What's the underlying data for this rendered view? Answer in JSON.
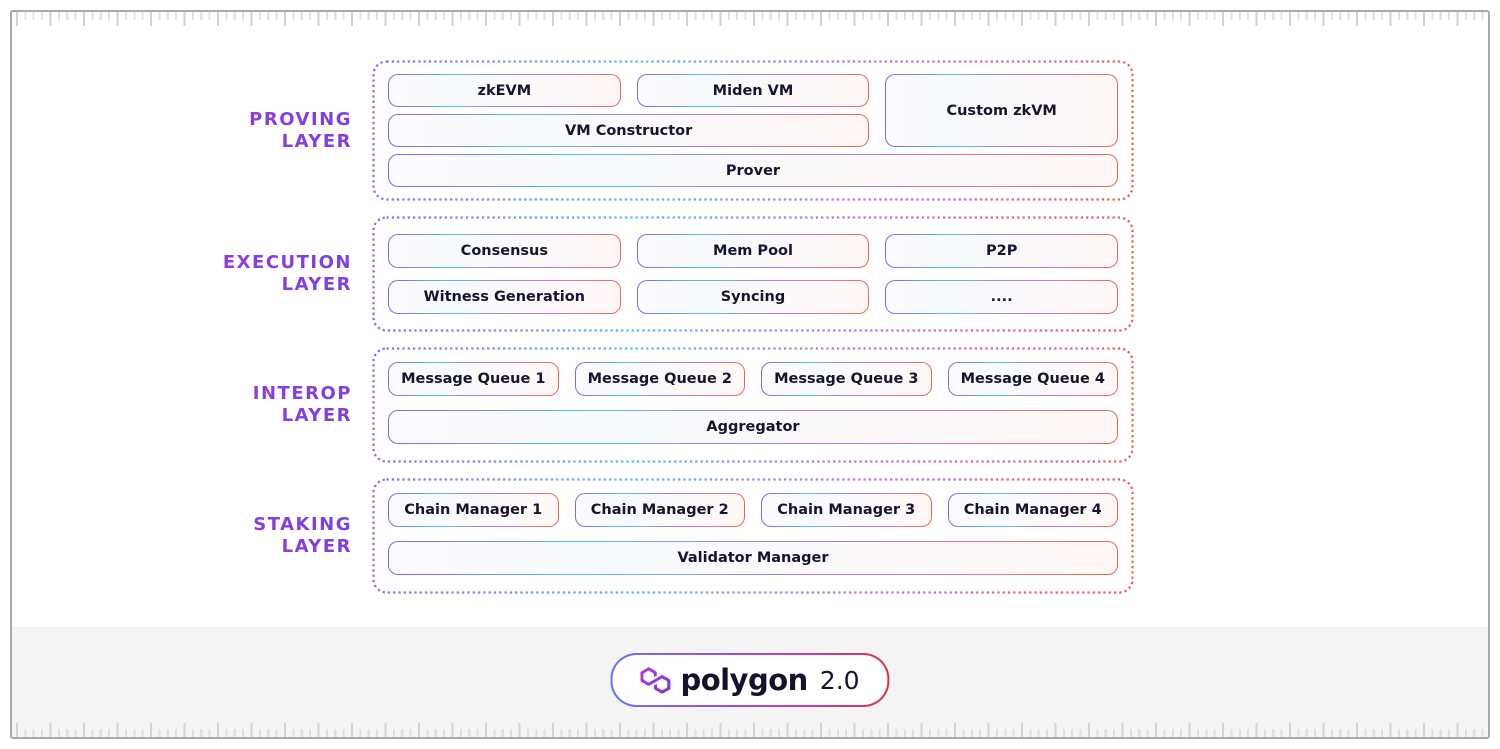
{
  "layers": [
    {
      "id": "proving",
      "label": [
        "PROVING",
        "LAYER"
      ],
      "boxes": [
        "zkEVM",
        "Miden VM",
        "Custom zkVM",
        "VM Constructor",
        "Prover"
      ]
    },
    {
      "id": "execution",
      "label": [
        "EXECUTION",
        "LAYER"
      ],
      "boxes": [
        "Consensus",
        "Mem Pool",
        "P2P",
        "Witness Generation",
        "Syncing",
        "...."
      ]
    },
    {
      "id": "interop",
      "label": [
        "INTEROP",
        "LAYER"
      ],
      "boxes": [
        "Message Queue 1",
        "Message Queue 2",
        "Message Queue 3",
        "Message Queue 4",
        "Aggregator"
      ]
    },
    {
      "id": "staking",
      "label": [
        "STAKING",
        "LAYER"
      ],
      "boxes": [
        "Chain Manager 1",
        "Chain Manager 2",
        "Chain Manager 3",
        "Chain Manager 4",
        "Validator Manager"
      ]
    }
  ],
  "logo": {
    "brand": "polygon",
    "version": "2.0",
    "icon": "polygon-hexagons-icon"
  },
  "colors": {
    "accent_purple": "#7b3fe4",
    "accent_magenta": "#b238d8",
    "accent_cyan": "#55bdf2",
    "accent_red": "#ee6055",
    "box_text": "#17142e",
    "footer_bg": "#f4f4f4",
    "frame_border": "#a9a9a9"
  }
}
